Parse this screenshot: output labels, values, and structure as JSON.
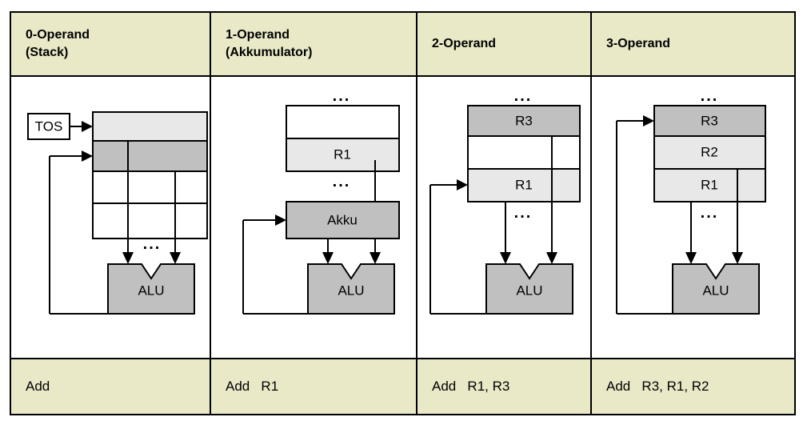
{
  "colors": {
    "header_bg": "#e9e9c8",
    "footer_bg": "#e9e9c8",
    "light_gray": "#e8e8e8",
    "mid_gray": "#c0c0c0",
    "white": "#ffffff",
    "line": "#000000"
  },
  "columns": [
    {
      "id": "zero-operand",
      "header": "0-Operand\n(Stack)",
      "instruction": "Add",
      "tos_label": "TOS",
      "alu_label": "ALU",
      "ellipsis": "...",
      "cells": [
        {
          "label": "",
          "fill": "#e8e8e8"
        },
        {
          "label": "",
          "fill": "#c0c0c0"
        },
        {
          "label": "",
          "fill": "#ffffff"
        },
        {
          "label": "",
          "fill": "#ffffff"
        }
      ]
    },
    {
      "id": "one-operand",
      "header": "1-Operand\n(Akkumulator)",
      "instruction": "Add   R1",
      "alu_label": "ALU",
      "accumulator_label": "Akku",
      "ellipsis": "...",
      "cells": [
        {
          "label": "",
          "fill": "#ffffff"
        },
        {
          "label": "R1",
          "fill": "#e8e8e8"
        }
      ]
    },
    {
      "id": "two-operand",
      "header": "2-Operand",
      "instruction": "Add   R1, R3",
      "alu_label": "ALU",
      "ellipsis": "...",
      "cells": [
        {
          "label": "R3",
          "fill": "#c0c0c0"
        },
        {
          "label": "",
          "fill": "#ffffff"
        },
        {
          "label": "R1",
          "fill": "#e8e8e8"
        }
      ]
    },
    {
      "id": "three-operand",
      "header": "3-Operand",
      "instruction": "Add   R3, R1, R2",
      "alu_label": "ALU",
      "ellipsis": "...",
      "cells": [
        {
          "label": "R3",
          "fill": "#c0c0c0"
        },
        {
          "label": "R2",
          "fill": "#e8e8e8"
        },
        {
          "label": "R1",
          "fill": "#e8e8e8"
        }
      ]
    }
  ]
}
